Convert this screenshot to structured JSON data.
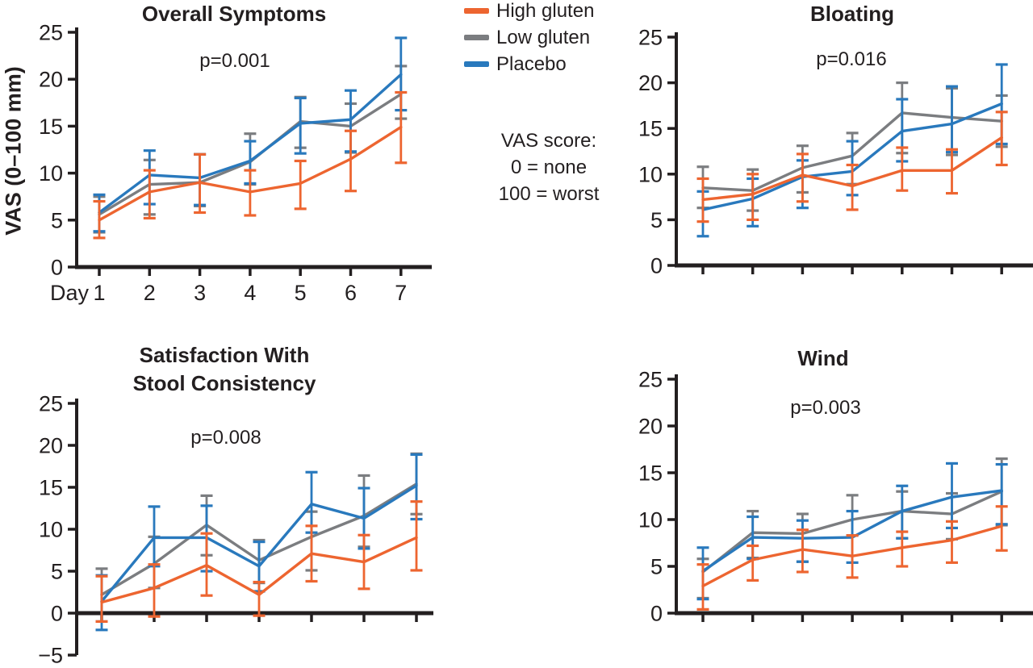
{
  "figure": {
    "y_axis_label": "VAS (0–100 mm)",
    "x_axis_prefix": "Day",
    "note_lines": [
      "VAS score:",
      "0 = none",
      "100 = worst"
    ],
    "legend": [
      {
        "label": "High gluten",
        "color": "#ed6530"
      },
      {
        "label": "Low gluten",
        "color": "#7b7d80"
      },
      {
        "label": "Placebo",
        "color": "#2979bd"
      }
    ],
    "text_color": "#231f20"
  },
  "chart_data": [
    {
      "id": "overall-symptoms",
      "type": "line",
      "title": "Overall Symptoms",
      "p_value": "p=0.001",
      "x": [
        1,
        2,
        3,
        4,
        5,
        6,
        7
      ],
      "ylim": [
        0,
        25
      ],
      "yticks": [
        0,
        5,
        10,
        15,
        20,
        25
      ],
      "x_tick_labels_visible": true,
      "series": [
        {
          "name": "High gluten",
          "color": "#ed6530",
          "values": [
            5.0,
            8.0,
            9.0,
            8.0,
            8.9,
            11.5,
            14.9
          ],
          "err_lo": [
            3.1,
            5.2,
            5.8,
            5.5,
            6.2,
            8.1,
            11.1
          ],
          "err_hi": [
            7.0,
            10.3,
            12.0,
            10.3,
            11.3,
            14.5,
            18.6
          ]
        },
        {
          "name": "Low gluten",
          "color": "#7b7d80",
          "values": [
            5.6,
            8.8,
            9.0,
            11.2,
            15.5,
            15.0,
            18.4
          ],
          "err_lo": [
            3.7,
            5.6,
            6.5,
            8.8,
            12.7,
            12.2,
            15.8
          ],
          "err_hi": [
            7.5,
            11.4,
            12.0,
            14.2,
            18.1,
            17.4,
            21.4
          ]
        },
        {
          "name": "Placebo",
          "color": "#2979bd",
          "values": [
            5.8,
            9.8,
            9.5,
            11.3,
            15.3,
            15.7,
            20.5
          ],
          "err_lo": [
            3.8,
            6.7,
            6.6,
            8.9,
            12.1,
            12.3,
            16.7
          ],
          "err_hi": [
            7.7,
            12.4,
            12.0,
            13.4,
            18.0,
            18.8,
            24.4
          ]
        }
      ]
    },
    {
      "id": "bloating",
      "type": "line",
      "title": "Bloating",
      "p_value": "p=0.016",
      "x": [
        1,
        2,
        3,
        4,
        5,
        6,
        7
      ],
      "ylim": [
        0,
        25
      ],
      "yticks": [
        0,
        5,
        10,
        15,
        20,
        25
      ],
      "x_tick_labels_visible": false,
      "series": [
        {
          "name": "High gluten",
          "color": "#ed6530",
          "values": [
            7.2,
            7.8,
            9.9,
            8.7,
            10.4,
            10.4,
            14.0
          ],
          "err_lo": [
            4.8,
            5.0,
            7.0,
            6.1,
            8.2,
            7.9,
            11.0
          ],
          "err_hi": [
            9.5,
            10.0,
            12.2,
            11.0,
            12.9,
            12.7,
            16.8
          ]
        },
        {
          "name": "Low gluten",
          "color": "#7b7d80",
          "values": [
            8.5,
            8.2,
            10.7,
            12.0,
            16.7,
            16.2,
            15.8
          ],
          "err_lo": [
            6.3,
            6.0,
            8.0,
            8.9,
            12.3,
            12.1,
            13.0
          ],
          "err_hi": [
            10.8,
            10.5,
            13.1,
            14.5,
            20.0,
            19.4,
            18.6
          ]
        },
        {
          "name": "Placebo",
          "color": "#2979bd",
          "values": [
            6.1,
            7.3,
            9.7,
            10.3,
            14.7,
            15.5,
            17.7
          ],
          "err_lo": [
            3.2,
            4.3,
            6.3,
            7.7,
            11.4,
            12.4,
            13.3
          ],
          "err_hi": [
            8.1,
            9.5,
            11.5,
            13.6,
            18.2,
            19.6,
            22.0
          ]
        }
      ]
    },
    {
      "id": "satisfaction-stool-consistency",
      "type": "line",
      "title": "Satisfaction With\nStool Consistency",
      "p_value": "p=0.008",
      "x": [
        1,
        2,
        3,
        4,
        5,
        6,
        7
      ],
      "ylim": [
        -5,
        25
      ],
      "yticks": [
        -5,
        0,
        5,
        10,
        15,
        20,
        25
      ],
      "x_tick_labels_visible": false,
      "series": [
        {
          "name": "High gluten",
          "color": "#ed6530",
          "values": [
            1.3,
            3.0,
            5.7,
            2.2,
            7.1,
            6.1,
            9.0
          ],
          "err_lo": [
            -1.0,
            -0.4,
            2.1,
            -0.3,
            3.8,
            2.9,
            5.1
          ],
          "err_hi": [
            4.4,
            5.8,
            9.5,
            3.7,
            10.4,
            9.3,
            13.3
          ]
        },
        {
          "name": "Low gluten",
          "color": "#7b7d80",
          "values": [
            2.2,
            5.9,
            10.5,
            6.3,
            9.1,
            11.6,
            15.4
          ],
          "err_lo": [
            -1.0,
            3.0,
            6.9,
            3.6,
            5.1,
            7.9,
            11.8
          ],
          "err_hi": [
            5.3,
            9.1,
            14.0,
            8.7,
            12.1,
            16.4,
            19.0
          ]
        },
        {
          "name": "Placebo",
          "color": "#2979bd",
          "values": [
            1.4,
            9.0,
            9.0,
            5.6,
            13.0,
            11.3,
            15.2
          ],
          "err_lo": [
            -2.0,
            5.6,
            5.0,
            2.6,
            9.6,
            7.7,
            11.2
          ],
          "err_hi": [
            4.5,
            12.7,
            12.8,
            8.5,
            16.8,
            14.9,
            18.9
          ]
        }
      ]
    },
    {
      "id": "wind",
      "type": "line",
      "title": "Wind",
      "p_value": "p=0.003",
      "x": [
        1,
        2,
        3,
        4,
        5,
        6,
        7
      ],
      "ylim": [
        0,
        25
      ],
      "yticks": [
        0,
        5,
        10,
        15,
        20,
        25
      ],
      "x_tick_labels_visible": false,
      "series": [
        {
          "name": "High gluten",
          "color": "#ed6530",
          "values": [
            2.9,
            5.7,
            6.8,
            6.1,
            7.0,
            7.8,
            9.3
          ],
          "err_lo": [
            0.4,
            3.5,
            4.4,
            3.8,
            5.0,
            5.4,
            6.7
          ],
          "err_hi": [
            5.2,
            7.2,
            8.9,
            8.3,
            8.7,
            9.8,
            11.4
          ]
        },
        {
          "name": "Low gluten",
          "color": "#7b7d80",
          "values": [
            4.4,
            8.6,
            8.5,
            10.0,
            10.9,
            10.6,
            13.0
          ],
          "err_lo": [
            1.6,
            5.9,
            5.5,
            8.3,
            8.0,
            7.9,
            9.4
          ],
          "err_hi": [
            5.8,
            10.9,
            10.6,
            12.6,
            13.0,
            12.8,
            16.5
          ]
        },
        {
          "name": "Placebo",
          "color": "#2979bd",
          "values": [
            4.5,
            8.1,
            8.0,
            8.1,
            10.9,
            12.4,
            13.1
          ],
          "err_lo": [
            1.5,
            5.8,
            5.5,
            5.4,
            8.0,
            9.1,
            9.5
          ],
          "err_hi": [
            7.0,
            10.3,
            9.9,
            10.9,
            13.6,
            16.0,
            15.9
          ]
        }
      ]
    }
  ]
}
